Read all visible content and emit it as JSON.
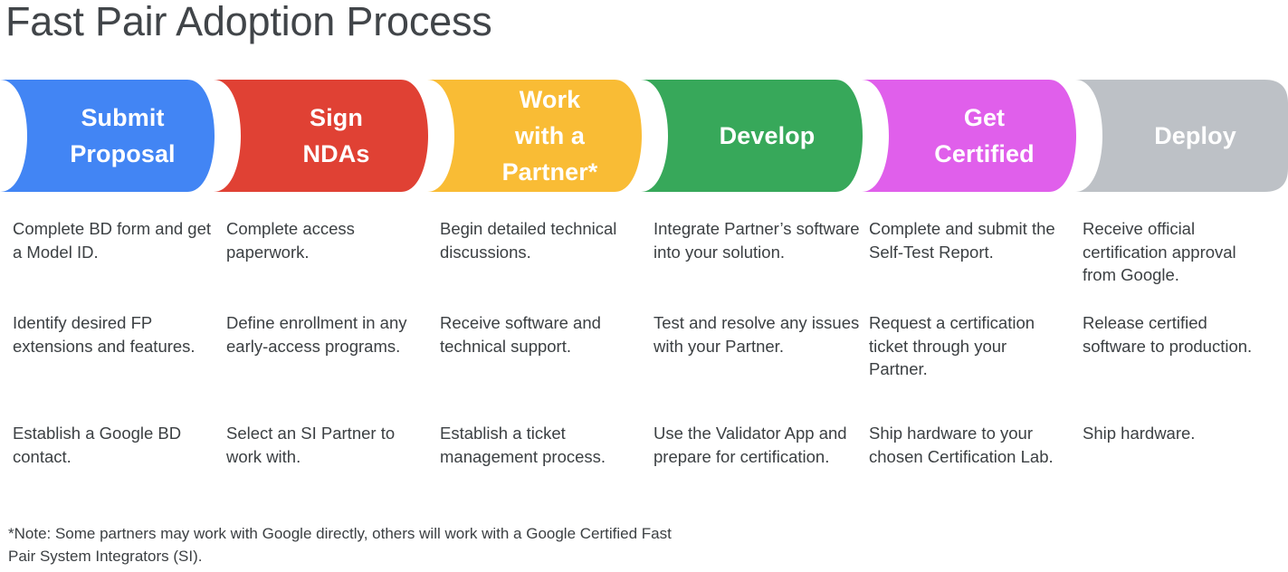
{
  "page": {
    "title": "Fast Pair Adoption Process",
    "background": "#ffffff",
    "text_color": "#3c4043"
  },
  "steps": [
    {
      "label": "Submit\nProposal",
      "color": "#4285f4",
      "name": "submit-proposal",
      "details": [
        "Complete BD form and get a Model ID.",
        "Identify desired FP extensions and features.",
        "Establish a Google BD contact."
      ]
    },
    {
      "label": "Sign\nNDAs",
      "color": "#e04134",
      "name": "sign-ndas",
      "details": [
        "Complete access paperwork.",
        "Define enrollment in any early-access programs.",
        "Select an SI Partner to work with."
      ]
    },
    {
      "label": "Work\nwith a\nPartner*",
      "color": "#f9bc35",
      "name": "work-with-a-partner",
      "details": [
        "Begin detailed technical discussions.",
        "Receive software and technical support.",
        "Establish a ticket management process."
      ]
    },
    {
      "label": "Develop",
      "color": "#37a85a",
      "name": "develop",
      "details": [
        "Integrate Partner’s software into your solution.",
        "Test and resolve any issues with your Partner.",
        "Use the Validator App and prepare for certification."
      ]
    },
    {
      "label": "Get\nCertified",
      "color": "#e05feb",
      "name": "get-certified",
      "details": [
        "Complete and submit the Self-Test Report.",
        "Request a certification ticket through your Partner.",
        "Ship hardware to your chosen Certification Lab."
      ]
    },
    {
      "label": "Deploy",
      "color": "#bdc1c6",
      "name": "deploy",
      "details": [
        "Receive official certification approval from Google.",
        "Release certified software to production.",
        "Ship hardware."
      ]
    }
  ],
  "footnote": "*Note: Some partners may work with Google directly, others will work with a Google Certified Fast Pair System Integrators (SI)."
}
